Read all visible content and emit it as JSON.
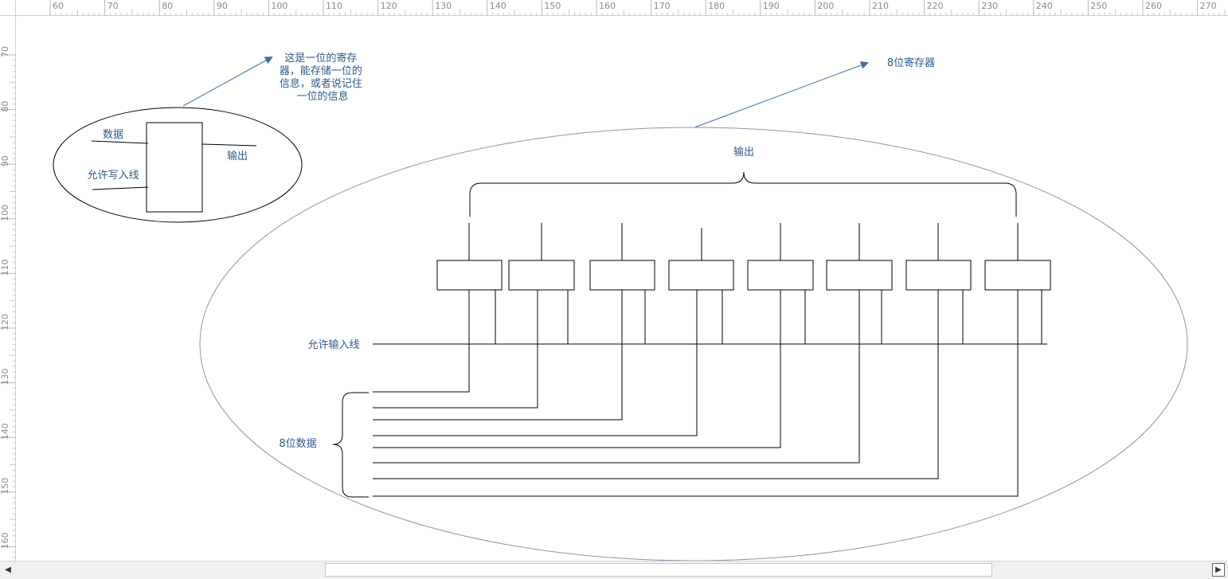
{
  "ruler": {
    "horizontal_labels": [
      "60",
      "70",
      "80",
      "90",
      "100",
      "110",
      "120",
      "130",
      "140",
      "150",
      "160",
      "170",
      "180",
      "190",
      "200",
      "210",
      "220",
      "230",
      "240",
      "250",
      "260",
      "270"
    ],
    "vertical_labels": [
      "70",
      "80",
      "90",
      "100",
      "110",
      "120",
      "130",
      "140",
      "150",
      "160"
    ]
  },
  "diagram": {
    "note_one_bit": [
      "这是一位的寄存",
      "器，能存储一位的",
      "信息，或者说记住",
      "一位的信息"
    ],
    "note_8bit": "8位寄存器",
    "small": {
      "data_label": "数据",
      "write_enable_label": "允许写入线",
      "output_label": "输出"
    },
    "big": {
      "output_label": "输出",
      "enable_label": "允许输入线",
      "data_label": "8位数据"
    }
  },
  "colors": {
    "text_blue": "#2e5b8a",
    "arrow_blue": "#3a72a8",
    "ellipse_gray": "#8896aa",
    "line": "#000000"
  },
  "scrollbar": {
    "left_arrow": "◀",
    "right_arrow": "▶"
  }
}
